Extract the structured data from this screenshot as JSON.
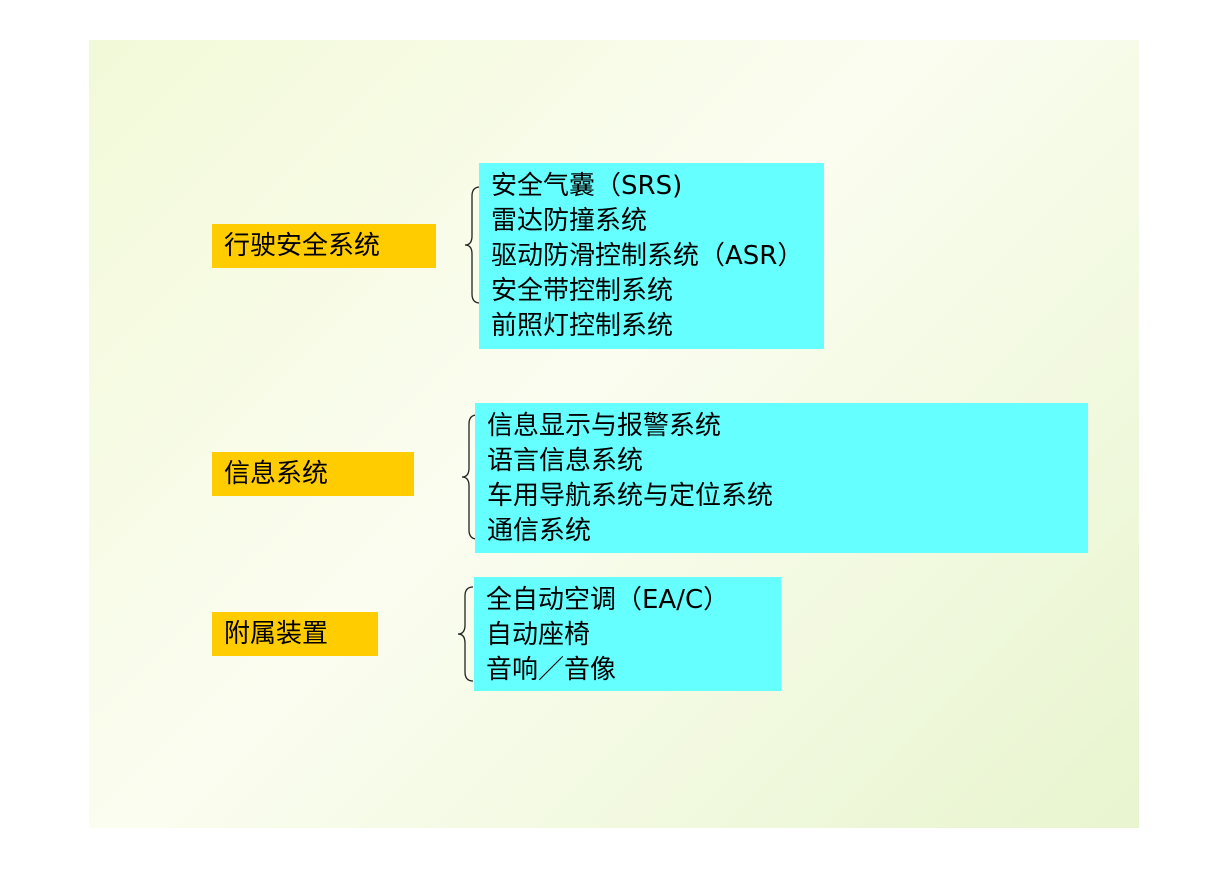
{
  "groups": [
    {
      "label": "行驶安全系统",
      "items": [
        "安全气囊（SRS)",
        "雷达防撞系统",
        "驱动防滑控制系统（ASR）",
        "安全带控制系统",
        "前照灯控制系统"
      ]
    },
    {
      "label": "信息系统",
      "items": [
        "信息显示与报警系统",
        "语言信息系统",
        "车用导航系统与定位系统",
        "通信系统"
      ]
    },
    {
      "label": "附属装置",
      "items": [
        "全自动空调（EA/C）",
        "自动座椅",
        "音响／音像"
      ]
    }
  ],
  "colors": {
    "label_bg": "#ffcc00",
    "item_bg": "#66ffff",
    "slide_bg": "#f2f9d8"
  }
}
